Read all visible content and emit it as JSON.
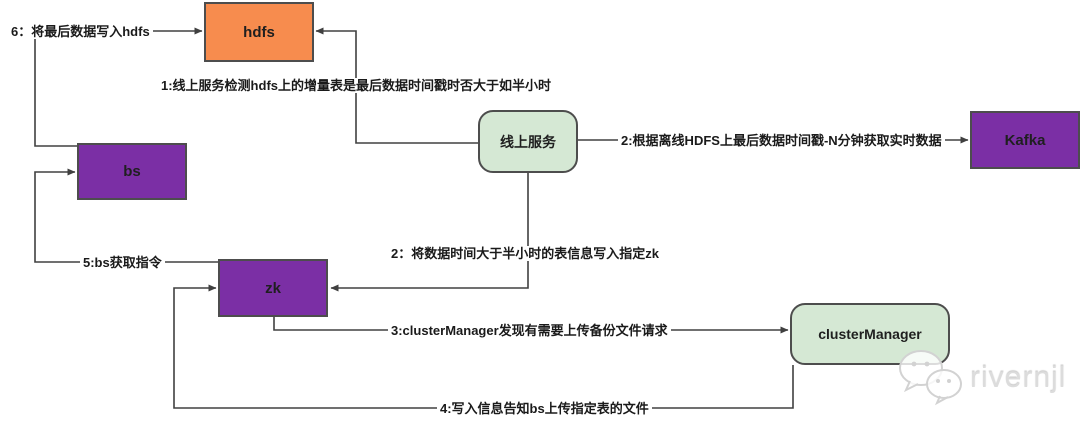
{
  "diagram": {
    "title": "hdfs backup / upload flow diagram",
    "nodes": {
      "hdfs": {
        "label": "hdfs",
        "fill": "#f78c4e",
        "shape": "rect"
      },
      "bs": {
        "label": "bs",
        "fill": "#7b2fa5",
        "shape": "rect"
      },
      "zk": {
        "label": "zk",
        "fill": "#7b2fa5",
        "shape": "rect"
      },
      "kafka": {
        "label": "Kafka",
        "fill": "#7b2fa5",
        "shape": "rect"
      },
      "online_service": {
        "label": "线上服务",
        "fill": "#d5e8d4",
        "shape": "rounded-rect"
      },
      "cluster_manager": {
        "label": "clusterManager",
        "fill": "#d5e8d4",
        "shape": "rounded-rect"
      }
    },
    "edges": {
      "e1": {
        "label": "1:线上服务检测hdfs上的增量表是最后数据时间戳时否大于如半小时",
        "from": "online_service",
        "to": "hdfs"
      },
      "e2a": {
        "label": "2:根据离线HDFS上最后数据时间戳-N分钟获取实时数据",
        "from": "online_service",
        "to": "kafka"
      },
      "e2b": {
        "label": "2：将数据时间大于半小时的表信息写入指定zk",
        "from": "online_service",
        "to": "zk"
      },
      "e3": {
        "label": "3:clusterManager发现有需要上传备份文件请求",
        "from": "zk",
        "to": "cluster_manager"
      },
      "e4": {
        "label": "4:写入信息告知bs上传指定表的文件",
        "from": "cluster_manager",
        "to": "zk"
      },
      "e5": {
        "label": "5:bs获取指令",
        "from": "zk",
        "to": "bs"
      },
      "e6": {
        "label": "6：将最后数据写入hdfs",
        "from": "bs",
        "to": "hdfs"
      }
    },
    "line_color": "#404040",
    "watermark": {
      "text": "rivernjl",
      "icon": "wechat-icon",
      "color": "#dcdcdc"
    }
  }
}
